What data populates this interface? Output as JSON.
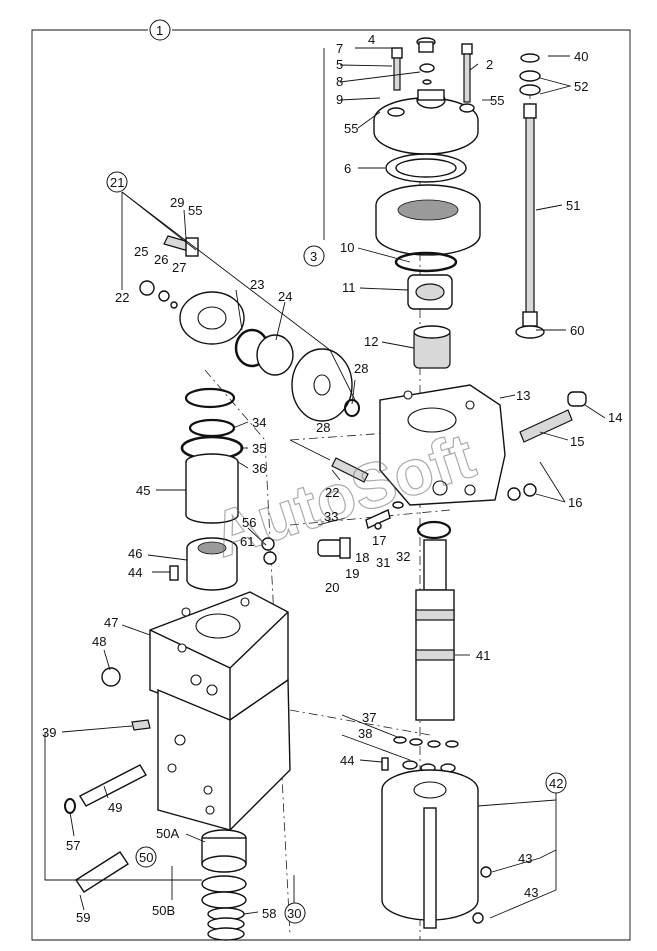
{
  "watermark": "AutoSoft",
  "callouts": {
    "c1": "1",
    "c2": "2",
    "c3": "3",
    "c4": "4",
    "c5": "5",
    "c6": "6",
    "c7": "7",
    "c8": "8",
    "c9": "9",
    "c10": "10",
    "c11": "11",
    "c12": "12",
    "c13": "13",
    "c14": "14",
    "c15": "15",
    "c16": "16",
    "c17": "17",
    "c18": "18",
    "c19": "19",
    "c20": "20",
    "c21": "21",
    "c22a": "22",
    "c22b": "22",
    "c23": "23",
    "c24": "24",
    "c25": "25",
    "c26": "26",
    "c27": "27",
    "c28a": "28",
    "c28b": "28",
    "c29": "29",
    "c30": "30",
    "c31": "31",
    "c32": "32",
    "c33": "33",
    "c34": "34",
    "c35": "35",
    "c36": "36",
    "c37": "37",
    "c38": "38",
    "c39": "39",
    "c40": "40",
    "c41": "41",
    "c42": "42",
    "c43a": "43",
    "c43b": "43",
    "c44a": "44",
    "c44b": "44",
    "c45": "45",
    "c46": "46",
    "c47": "47",
    "c48": "48",
    "c49": "49",
    "c50": "50",
    "c50a": "50A",
    "c50b": "50B",
    "c51": "51",
    "c52": "52",
    "c55a": "55",
    "c55b": "55",
    "c55c": "55",
    "c56": "56",
    "c57": "57",
    "c58": "58",
    "c59": "59",
    "c60": "60",
    "c61": "61"
  }
}
